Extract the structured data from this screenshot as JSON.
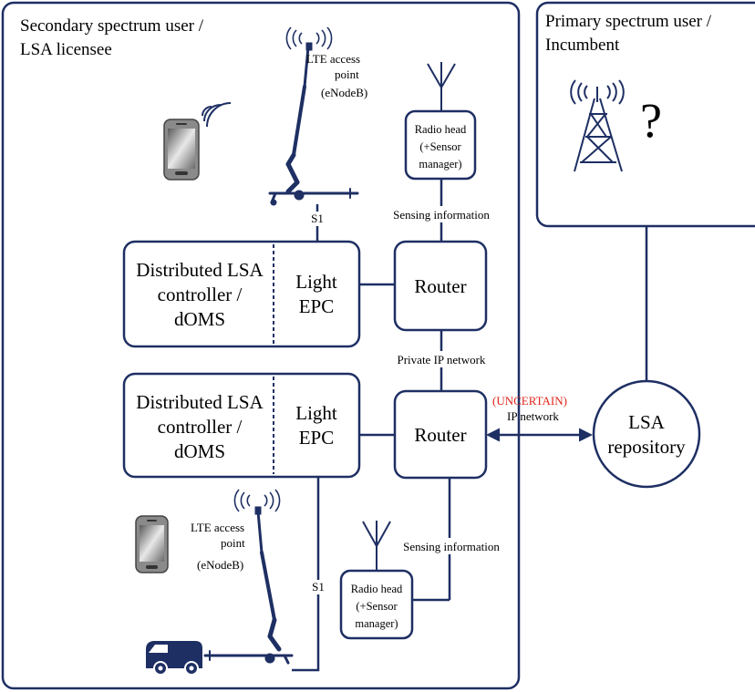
{
  "secondary_region": {
    "title_line1": "Secondary spectrum user /",
    "title_line2": "LSA licensee"
  },
  "primary_region": {
    "title_line1": "Primary spectrum user /",
    "title_line2": "Incumbent",
    "unknown_mark": "?"
  },
  "top_access_point": {
    "label_line1": "LTE access",
    "label_line2": "point",
    "label_line3": "(eNodeB)"
  },
  "bottom_access_point": {
    "label_line1": "LTE access",
    "label_line2": "point",
    "label_line3": "(eNodeB)"
  },
  "top_radio_head": {
    "line1": "Radio head",
    "line2": "(+Sensor",
    "line3": "manager)"
  },
  "bottom_radio_head": {
    "line1": "Radio head",
    "line2": "(+Sensor",
    "line3": "manager)"
  },
  "link_labels": {
    "sensing_top": "Sensing information",
    "sensing_bottom": "Sensing information",
    "s1_top": "S1",
    "s1_bottom": "S1",
    "private_ip": "Private IP network",
    "uncertain": "(UNCERTAIN)",
    "ip_network": "IP network"
  },
  "top_controller": {
    "dlsa_line1": "Distributed LSA",
    "dlsa_line2": "controller /",
    "dlsa_line3": "dOMS",
    "epc_line1": "Light",
    "epc_line2": "EPC"
  },
  "bottom_controller": {
    "dlsa_line1": "Distributed LSA",
    "dlsa_line2": "controller /",
    "dlsa_line3": "dOMS",
    "epc_line1": "Light",
    "epc_line2": "EPC"
  },
  "top_router": {
    "label": "Router"
  },
  "bottom_router": {
    "label": "Router"
  },
  "lsa_repository": {
    "line1": "LSA",
    "line2": "repository"
  },
  "colors": {
    "navy": "#1e2f63",
    "uncertain_red": "#e0251b",
    "phone_gray": "#8a8a8a"
  }
}
